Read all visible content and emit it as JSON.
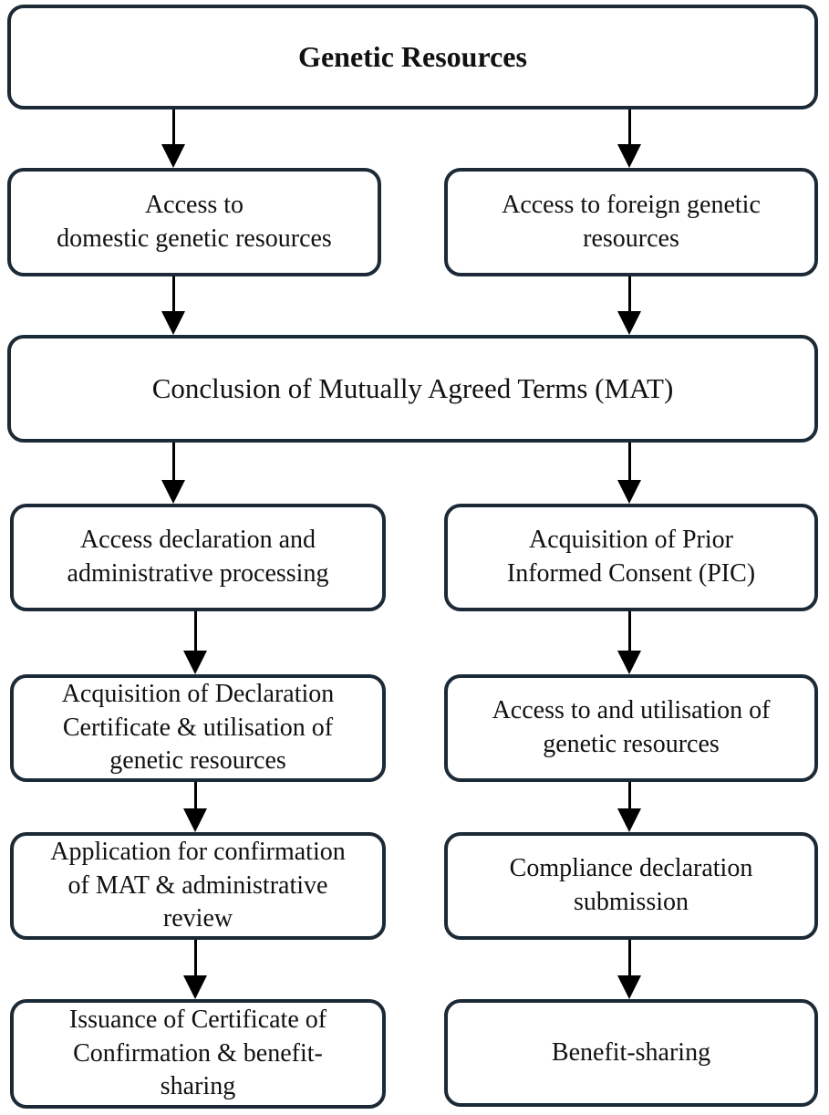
{
  "diagram": {
    "title": "Genetic Resources flowchart",
    "colors": {
      "box_border": "#1b2a36",
      "arrow": "#000000",
      "text": "#111111",
      "background": "#ffffff"
    },
    "nodes": [
      {
        "id": "genetic-resources",
        "label": "Genetic Resources"
      },
      {
        "id": "access-domestic",
        "label": "Access to\ndomestic genetic resources"
      },
      {
        "id": "access-foreign",
        "label": "Access to foreign genetic\nresources"
      },
      {
        "id": "mat-conclusion",
        "label": "Conclusion of Mutually Agreed Terms (MAT)"
      },
      {
        "id": "access-declaration",
        "label": "Access declaration and\nadministrative processing"
      },
      {
        "id": "pic-acquisition",
        "label": "Acquisition of Prior\nInformed Consent (PIC)"
      },
      {
        "id": "declaration-certificate",
        "label": "Acquisition of Declaration\nCertificate & utilisation of\ngenetic resources"
      },
      {
        "id": "access-utilisation",
        "label": "Access to and utilisation of\ngenetic resources"
      },
      {
        "id": "application-confirmation",
        "label": "Application for confirmation\nof MAT & administrative\nreview"
      },
      {
        "id": "compliance-declaration",
        "label": "Compliance declaration\nsubmission"
      },
      {
        "id": "issuance-certificate",
        "label": "Issuance of Certificate of\nConfirmation & benefit-\nsharing"
      },
      {
        "id": "benefit-sharing",
        "label": "Benefit-sharing"
      }
    ]
  }
}
